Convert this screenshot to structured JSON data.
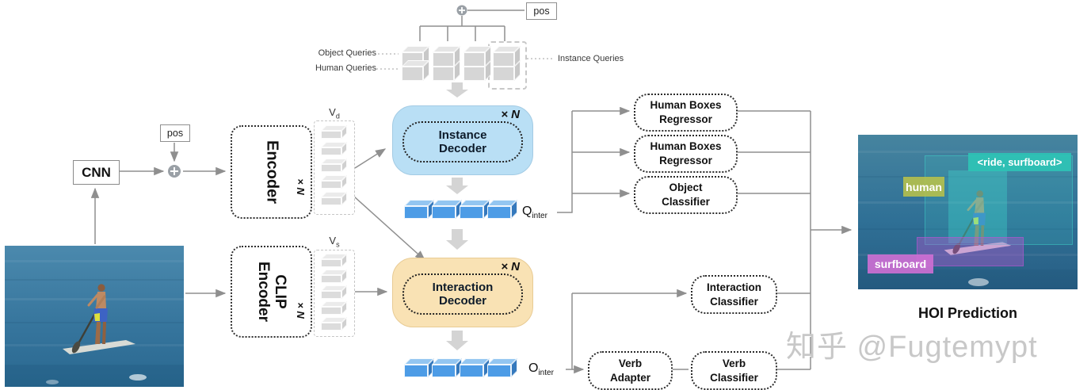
{
  "diagram": {
    "watermark": "知乎 @Fugtemypt",
    "top_branch": {
      "pos_label": "pos",
      "object_queries_label": "Object Queries",
      "human_queries_label": "Human Queries",
      "instance_queries_label": "Instance Queries"
    },
    "backbone": {
      "cnn_label": "CNN",
      "pos_label": "pos",
      "encoder_label": "Encoder",
      "encoder_repeat": "× N",
      "clip_encoder_line1": "CLIP",
      "clip_encoder_line2": "Encoder",
      "clip_encoder_repeat": "× N",
      "vd_base": "V",
      "vd_sub": "d",
      "vs_base": "V",
      "vs_sub": "s"
    },
    "decoders": {
      "instance_label": "Instance Decoder",
      "instance_repeat": "× N",
      "interaction_label": "Interaction Decoder",
      "interaction_repeat": "× N",
      "q_inter_base": "Q",
      "q_inter_sub": "inter",
      "o_inter_base": "O",
      "o_inter_sub": "inter"
    },
    "heads": {
      "human_boxes_regressor_1": "Human Boxes Regressor",
      "human_boxes_regressor_2": "Human Boxes Regressor",
      "object_classifier": "Object Classifier",
      "interaction_classifier": "Interaction Classifier",
      "verb_adapter": "Verb Adapter",
      "verb_classifier": "Verb Classifier"
    },
    "prediction": {
      "caption": "HOI Prediction",
      "interaction_tag": "<ride, surfboard>",
      "human_tag": "human",
      "surfboard_tag": "surfboard"
    },
    "colors": {
      "instance_decoder_fill": "#b9dff5",
      "interaction_decoder_fill": "#f9e2b4",
      "feature_cube_blue": "#4d9ce6",
      "query_cube_gray": "#d6d6d6",
      "interaction_tag_teal": "#2ec4b6",
      "human_tag_olive": "#b8c24a",
      "surfboard_tag_magenta": "#cf6fd4",
      "connector_gray": "#8f8f8f",
      "watermark_gray": "#c8c8c8"
    }
  }
}
